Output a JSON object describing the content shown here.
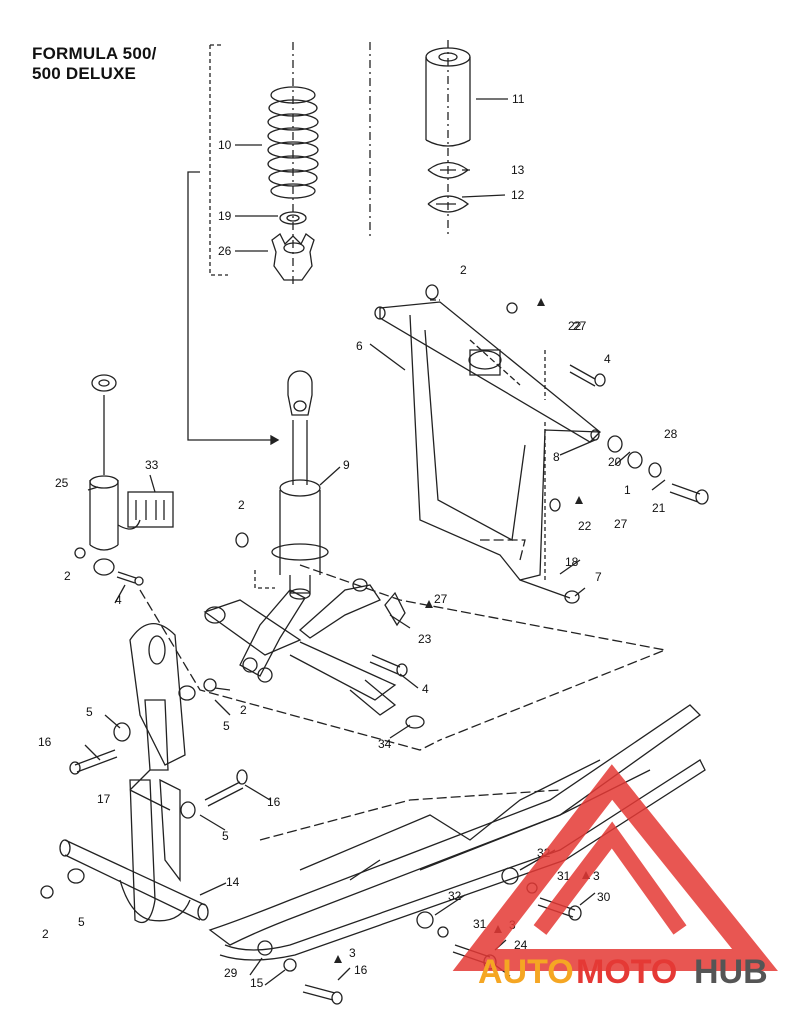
{
  "title": {
    "line1": "FORMULA 500/",
    "line2": "500 DELUXE"
  },
  "callouts": {
    "c2a": "2",
    "c2b": "2",
    "c2c": "2",
    "c2d": "2",
    "c2e": "2",
    "c3a": "3",
    "c3b": "3",
    "c3c": "3",
    "c4a": "4",
    "c4b": "4",
    "c4c": "4",
    "c5a": "5",
    "c5b": "5",
    "c5c": "5",
    "c5d": "5",
    "c6": "6",
    "c7": "7",
    "c8": "8",
    "c9": "9",
    "c10": "10",
    "c11": "11",
    "c12": "12",
    "c13": "13",
    "c14": "14",
    "c15": "15",
    "c16a": "16",
    "c16b": "16",
    "c16c": "16",
    "c17": "17",
    "c18": "18",
    "c19": "19",
    "c20": "20",
    "c21": "21",
    "c22a": "22",
    "c22b": "22",
    "c23": "23",
    "c24": "24",
    "c25": "25",
    "c26": "26",
    "c27a": "27",
    "c27b": "27",
    "c27c": "27",
    "c28": "28",
    "c29": "29",
    "c30": "30",
    "c31a": "31",
    "c31b": "31",
    "c32a": "32",
    "c32b": "32",
    "c33": "33",
    "c34": "34",
    "c1": "1"
  },
  "watermark": {
    "part1": "AUTO",
    "part2": "MOTO",
    "part3": "HUB",
    "color_red": "#e53935",
    "color_orange": "#f5a623",
    "color_gray": "#555555"
  }
}
